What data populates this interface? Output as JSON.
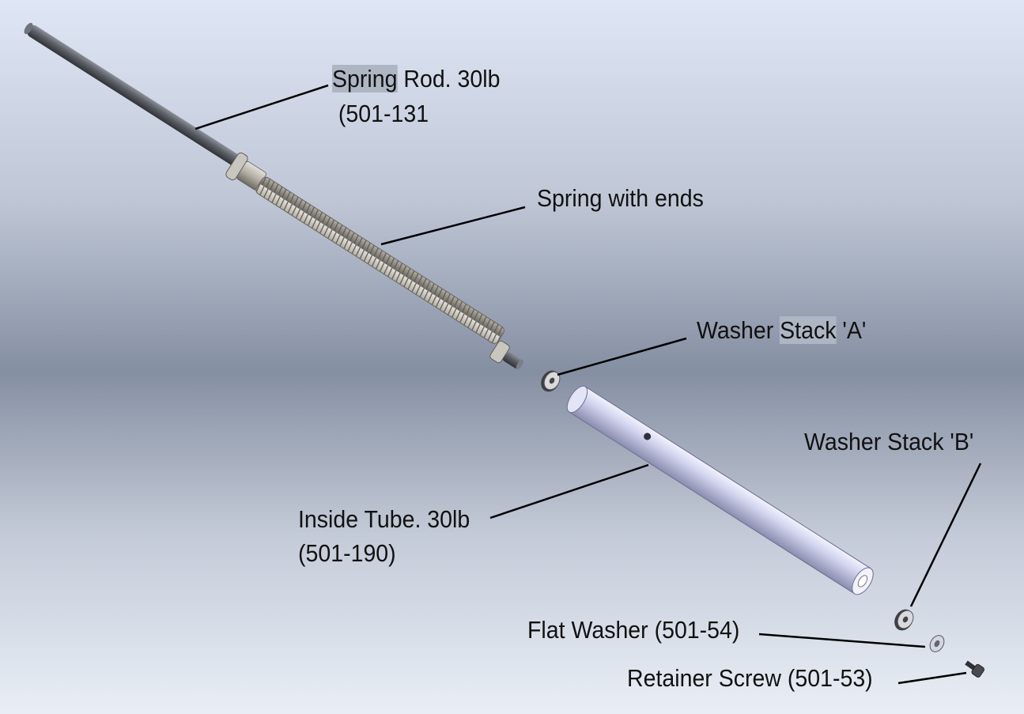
{
  "labels": {
    "spring_rod": {
      "highlight": "Spring",
      "rest": " Rod. 30lb",
      "part": " (501-131"
    },
    "spring_ends": {
      "text": "Spring with ends"
    },
    "washer_a": {
      "pre": "Washer ",
      "highlight": "Stack",
      "rest": " 'A'"
    },
    "washer_b": {
      "text": "Washer Stack 'B'"
    },
    "inside_tube": {
      "line1": "Inside Tube. 30lb",
      "line2": "(501-190)"
    },
    "flat_washer": {
      "text": "Flat Washer (501-54)"
    },
    "retainer_screw": {
      "text": "Retainer Screw (501-53)"
    }
  },
  "colors": {
    "background_top": "#dfe7f5",
    "background_mid": "#8590a3",
    "background_bottom": "#e6ebf4",
    "rod": "#5d6067",
    "spring": "#b9b6ad",
    "tube": "#cdd0ec",
    "leader": "#000000",
    "highlight": "#aeb6c4"
  }
}
